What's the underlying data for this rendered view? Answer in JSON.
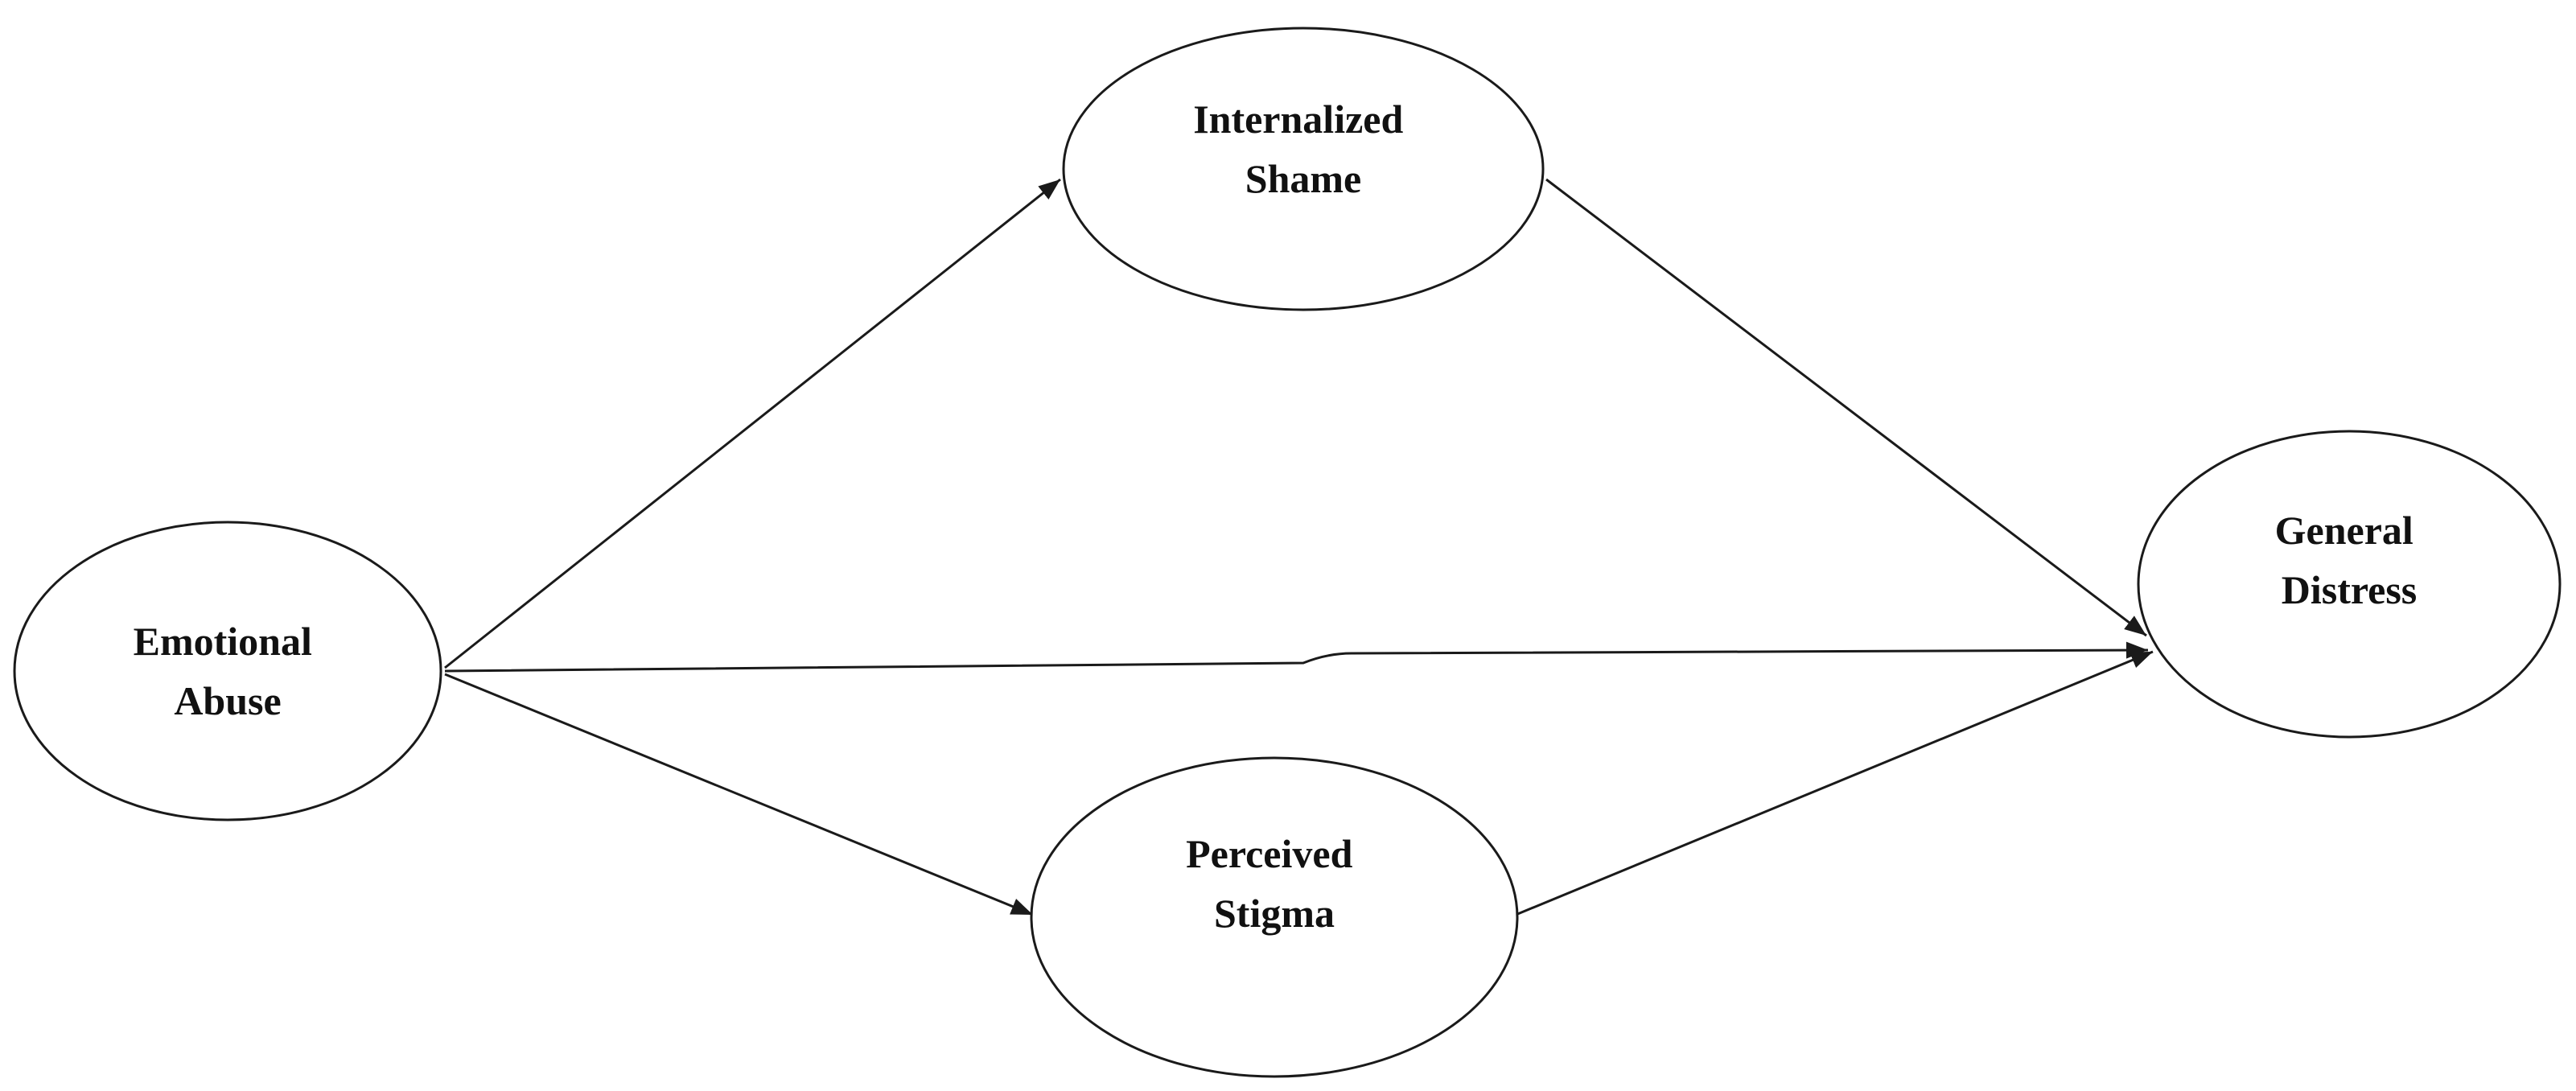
{
  "diagram": {
    "nodes": {
      "emotional_abuse": {
        "line1": "Emotional",
        "line2": "Abuse"
      },
      "internalized_shame": {
        "line1": "Internalized",
        "line2": "Shame"
      },
      "perceived_stigma": {
        "line1": "Perceived",
        "line2": "Stigma"
      },
      "general_distress": {
        "line1": "General",
        "line2": "Distress"
      }
    },
    "edges": [
      {
        "from": "Emotional Abuse",
        "to": "Internalized Shame"
      },
      {
        "from": "Emotional Abuse",
        "to": "Perceived Stigma"
      },
      {
        "from": "Emotional Abuse",
        "to": "General Distress"
      },
      {
        "from": "Internalized Shame",
        "to": "General Distress"
      },
      {
        "from": "Perceived Stigma",
        "to": "General Distress"
      }
    ],
    "colors": {
      "stroke": "#1a1a1a",
      "text": "#111111",
      "background": "#ffffff"
    }
  }
}
